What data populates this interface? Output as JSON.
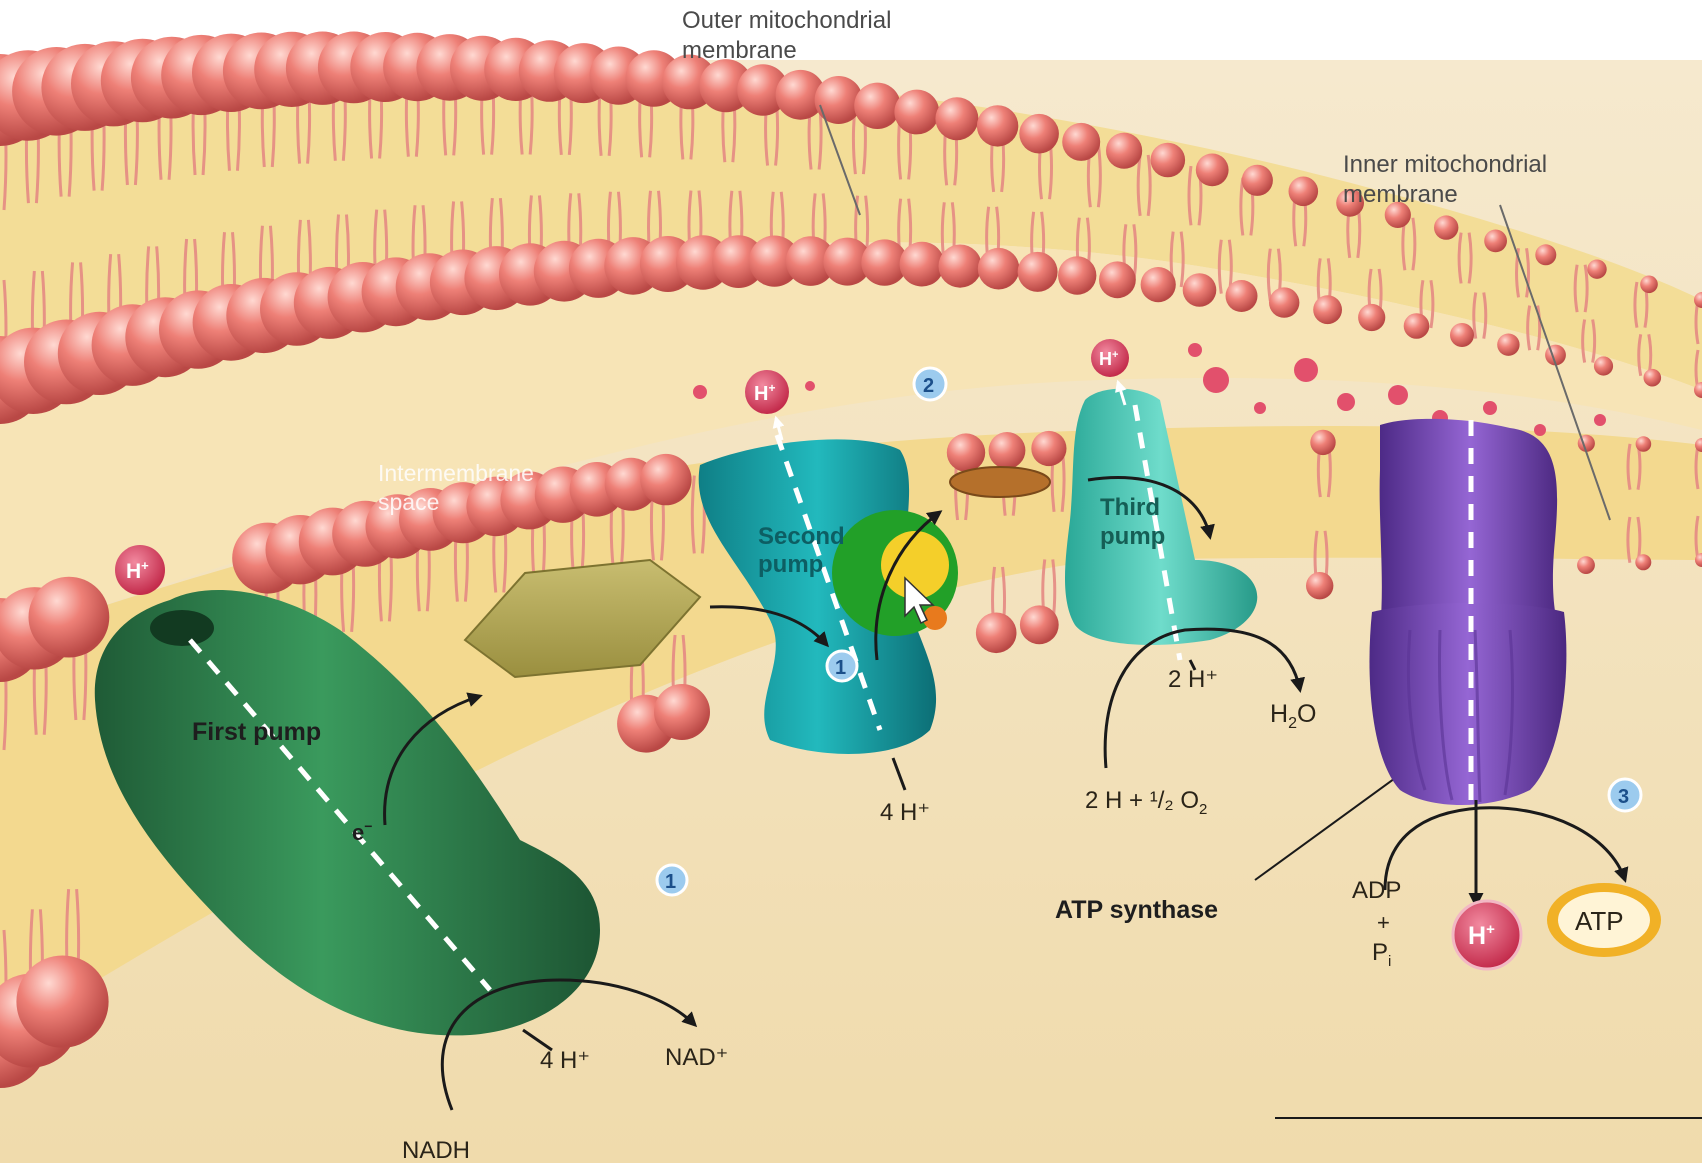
{
  "labels": {
    "outer_membrane_line1": "Outer mitochondrial",
    "outer_membrane_line2": "membrane",
    "inner_membrane_line1": "Inner mitochondrial",
    "inner_membrane_line2": "membrane",
    "intermembrane_line1": "Intermembrane",
    "intermembrane_line2": "space",
    "first_pump": "First pump",
    "second_pump_line1": "Second",
    "second_pump_line2": "pump",
    "third_pump_line1": "Third",
    "third_pump_line2": "pump",
    "atp_synthase": "ATP synthase",
    "electron": "e",
    "electron_sup": "−",
    "nadh": "NADH",
    "nad_plus": "NAD⁺",
    "four_h_first": "4 H⁺",
    "four_h_second": "4 H⁺",
    "two_h": "2 H⁺",
    "water_h": "H",
    "water_sub": "2",
    "water_o": "O",
    "oxygen_eq_a": "2 H + ",
    "oxygen_eq_frac": "¹/₂",
    "oxygen_eq_b": " O",
    "oxygen_sub": "2",
    "adp": "ADP",
    "plus": "+",
    "pi": "P",
    "pi_sub": "i",
    "atp": "ATP",
    "h_plus": "H",
    "h_plus_sup": "+"
  },
  "steps": [
    "1",
    "2",
    "3"
  ],
  "colors": {
    "phospholipid_head": "#e8706d",
    "membrane_core": "#f2dc95",
    "cytoplasm": "#f3e2b4",
    "first_pump": "#2f7c4c",
    "second_pump": "#1aa3a8",
    "third_pump": "#46c2b2",
    "atp_synthase": "#7b4bb8",
    "proton_badge": "#d83e5c",
    "atp_badge": "#f2b12d",
    "step_badge": "#9ccbee"
  }
}
